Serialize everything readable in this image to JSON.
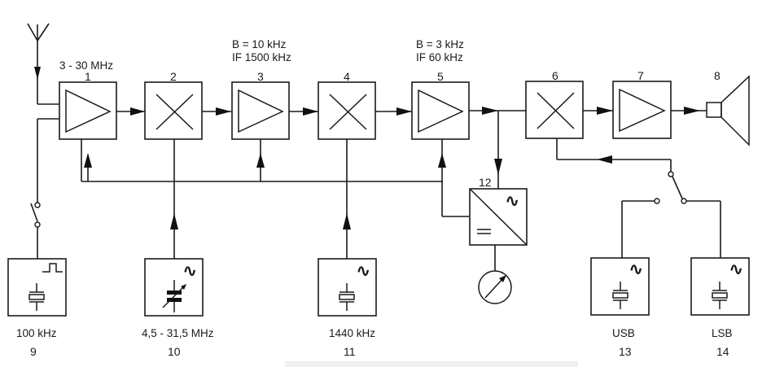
{
  "diagram": {
    "title": "SSB receiver block diagram",
    "blocks": [
      {
        "id": "1",
        "type": "amplifier",
        "label": "1",
        "caption": "3 - 30 MHz"
      },
      {
        "id": "2",
        "type": "mixer",
        "label": "2"
      },
      {
        "id": "3",
        "type": "amplifier",
        "label": "3",
        "caption_lines": [
          "B = 10 kHz",
          "IF 1500 kHz"
        ]
      },
      {
        "id": "4",
        "type": "mixer",
        "label": "4"
      },
      {
        "id": "5",
        "type": "amplifier",
        "label": "5",
        "caption_lines": [
          "B = 3 kHz",
          "IF 60 kHz"
        ]
      },
      {
        "id": "6",
        "type": "mixer",
        "label": "6"
      },
      {
        "id": "7",
        "type": "amplifier",
        "label": "7"
      },
      {
        "id": "8",
        "type": "loudspeaker",
        "label": "8"
      },
      {
        "id": "9",
        "type": "crystal-oscillator-pulse",
        "label": "9",
        "caption": "100 kHz"
      },
      {
        "id": "10",
        "type": "variable-oscillator",
        "label": "10",
        "caption": "4,5 - 31,5 MHz"
      },
      {
        "id": "11",
        "type": "crystal-oscillator",
        "label": "11",
        "caption": "1440 kHz"
      },
      {
        "id": "12",
        "type": "ac-dc-converter",
        "label": "12"
      },
      {
        "id": "13",
        "type": "crystal-oscillator",
        "label": "13",
        "caption": "USB"
      },
      {
        "id": "14",
        "type": "crystal-oscillator",
        "label": "14",
        "caption": "LSB"
      }
    ],
    "symbols": {
      "sine": "∿",
      "antenna": "antenna-icon",
      "meter": "meter-icon"
    }
  }
}
